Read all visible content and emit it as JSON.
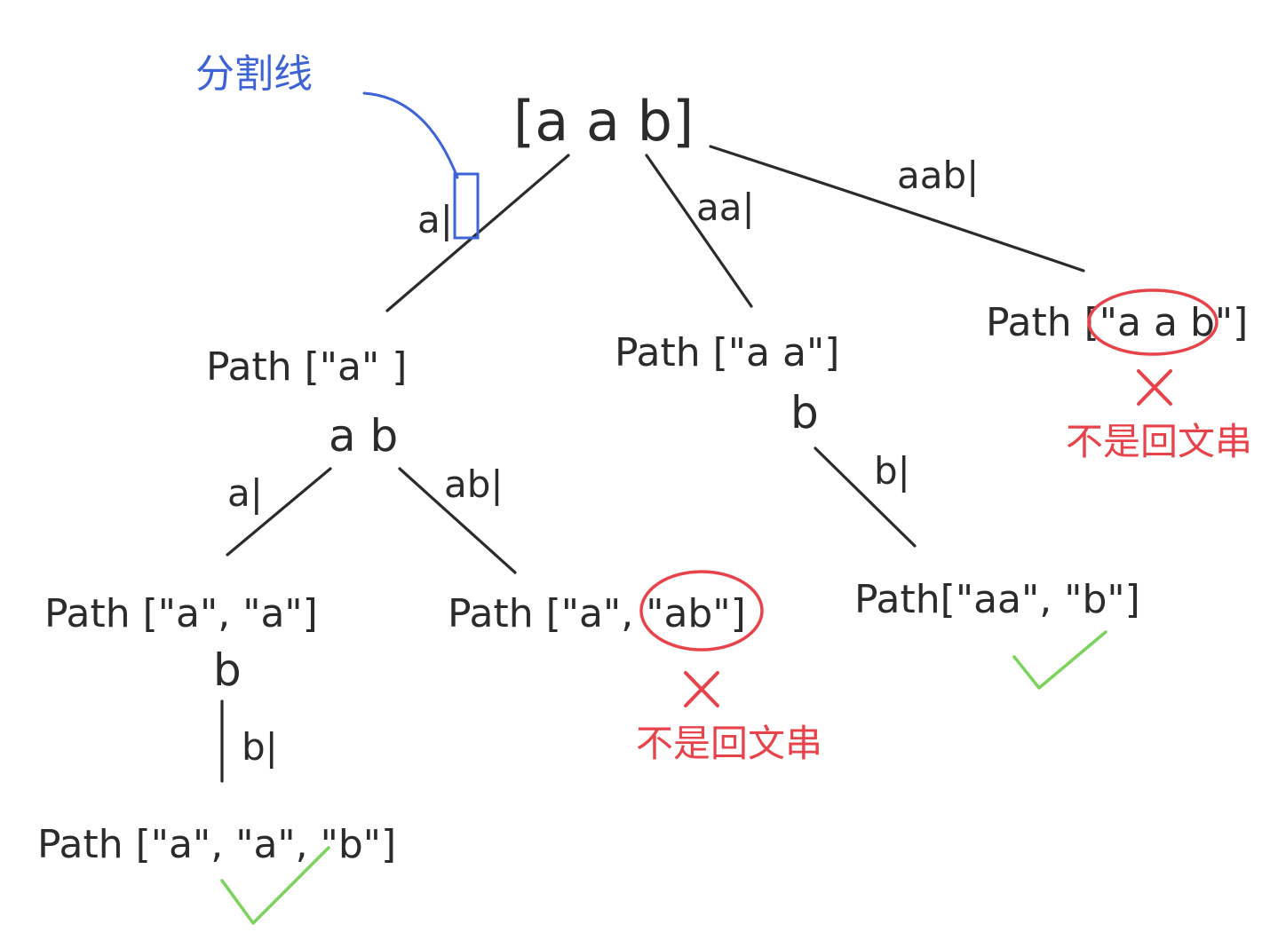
{
  "diagram": {
    "root": {
      "label": "[a a b]"
    },
    "annotation_divider": {
      "label": "分割线",
      "color": "#3d63d6"
    },
    "edges": [
      {
        "id": "e-root-a",
        "label": "a|"
      },
      {
        "id": "e-root-aa",
        "label": "aa|"
      },
      {
        "id": "e-root-aab",
        "label": "aab|"
      },
      {
        "id": "e-a-a",
        "label": "a|"
      },
      {
        "id": "e-a-ab",
        "label": "ab|"
      },
      {
        "id": "e-aa-b",
        "label": "b|"
      },
      {
        "id": "e-aa2-b",
        "label": "b|"
      }
    ],
    "nodes": [
      {
        "id": "n-a",
        "label": "Path [\"a\" ]",
        "remaining": "a b"
      },
      {
        "id": "n-aa",
        "label": "Path [\"a a\"]",
        "remaining": "b"
      },
      {
        "id": "n-aab",
        "label": "Path [\"a a b\"]",
        "status": "invalid",
        "note": "不是回文串"
      },
      {
        "id": "n-a-a",
        "label": "Path [\"a\", \"a\"]",
        "remaining": "b"
      },
      {
        "id": "n-a-ab",
        "label": "Path [\"a\", \"ab\"]",
        "status": "invalid",
        "note": "不是回文串"
      },
      {
        "id": "n-aa-b",
        "label": "Path[\"aa\", \"b\"]",
        "status": "valid"
      },
      {
        "id": "n-a-a-b",
        "label": "Path [\"a\", \"a\", \"b\"]",
        "status": "valid"
      }
    ],
    "colors": {
      "ink": "#2b2b2b",
      "divider": "#3d63d6",
      "invalid": "#e8424a",
      "valid": "#7ad35a"
    }
  }
}
